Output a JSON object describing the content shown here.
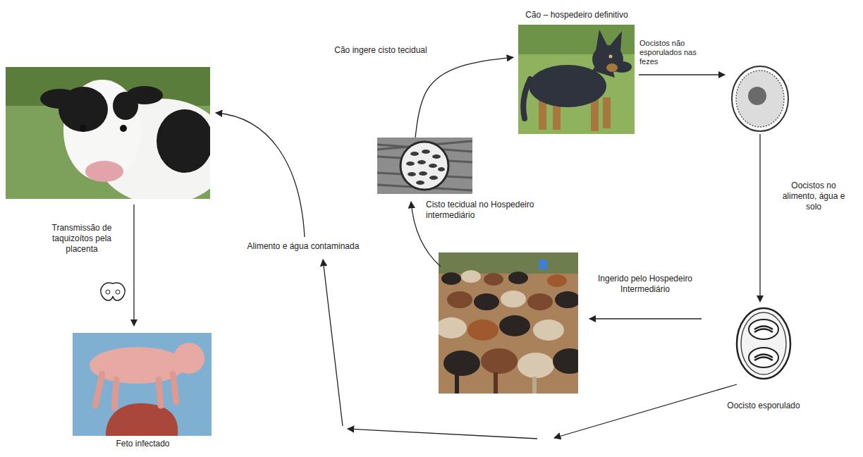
{
  "diagram": {
    "nodes": [
      {
        "text": [
          "Cão – hospedeiro definitivo"
        ]
      },
      {
        "text": [
          "Cisto tecidual no Hospedeiro intermediário"
        ]
      },
      {
        "text": [
          "Oocisto esporulado"
        ]
      },
      {
        "text": [
          "Feto infectado"
        ]
      }
    ],
    "edges": [
      {
        "from": 1,
        "to": 0,
        "label": "Cão ingere cisto tecidual",
        "arrow": "to"
      }
    ],
    "labels": [
      "Oocistos não esporulados nas fezes",
      "Oocistos no alimento, água e solo",
      "Ingerido pelo Hospedeiro Intermediário",
      "Alimento e água contaminada",
      "Transmissão de taquizoítos pela placenta"
    ]
  }
}
